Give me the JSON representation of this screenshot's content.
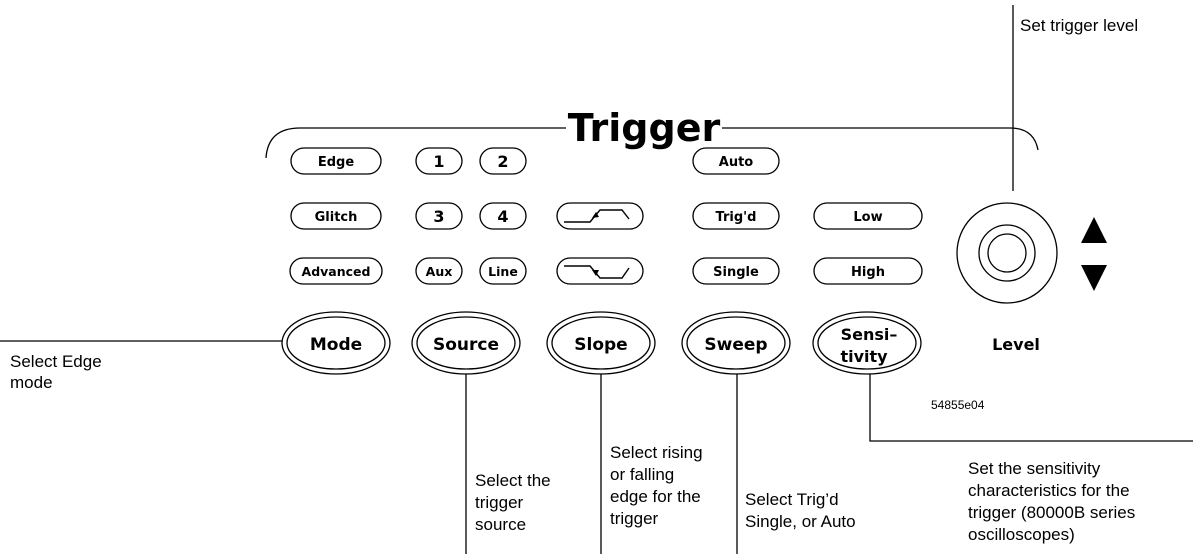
{
  "panel": {
    "title": "Trigger",
    "part_number": "54855e04"
  },
  "small_buttons": {
    "edge": "Edge",
    "glitch": "Glitch",
    "advanced": "Advanced",
    "ch1": "1",
    "ch2": "2",
    "ch3": "3",
    "ch4": "4",
    "aux": "Aux",
    "line": "Line",
    "auto": "Auto",
    "trigd": "Trig'd",
    "single": "Single",
    "low": "Low",
    "high": "High"
  },
  "large_buttons": {
    "mode": "Mode",
    "source": "Source",
    "slope": "Slope",
    "sweep": "Sweep",
    "sensitivity_line1": "Sensi–",
    "sensitivity_line2": "tivity"
  },
  "knob": {
    "label": "Level"
  },
  "callouts": {
    "level": "Set trigger level",
    "mode": [
      "Select Edge",
      "mode"
    ],
    "source": [
      "Select the",
      "trigger",
      "source"
    ],
    "slope": [
      "Select rising",
      "or falling",
      "edge for the",
      "trigger"
    ],
    "sweep": [
      "Select Trig’d",
      "Single, or Auto"
    ],
    "sensitivity": [
      "Set the sensitivity",
      "characteristics for the",
      "trigger (80000B series",
      "oscilloscopes)"
    ]
  }
}
